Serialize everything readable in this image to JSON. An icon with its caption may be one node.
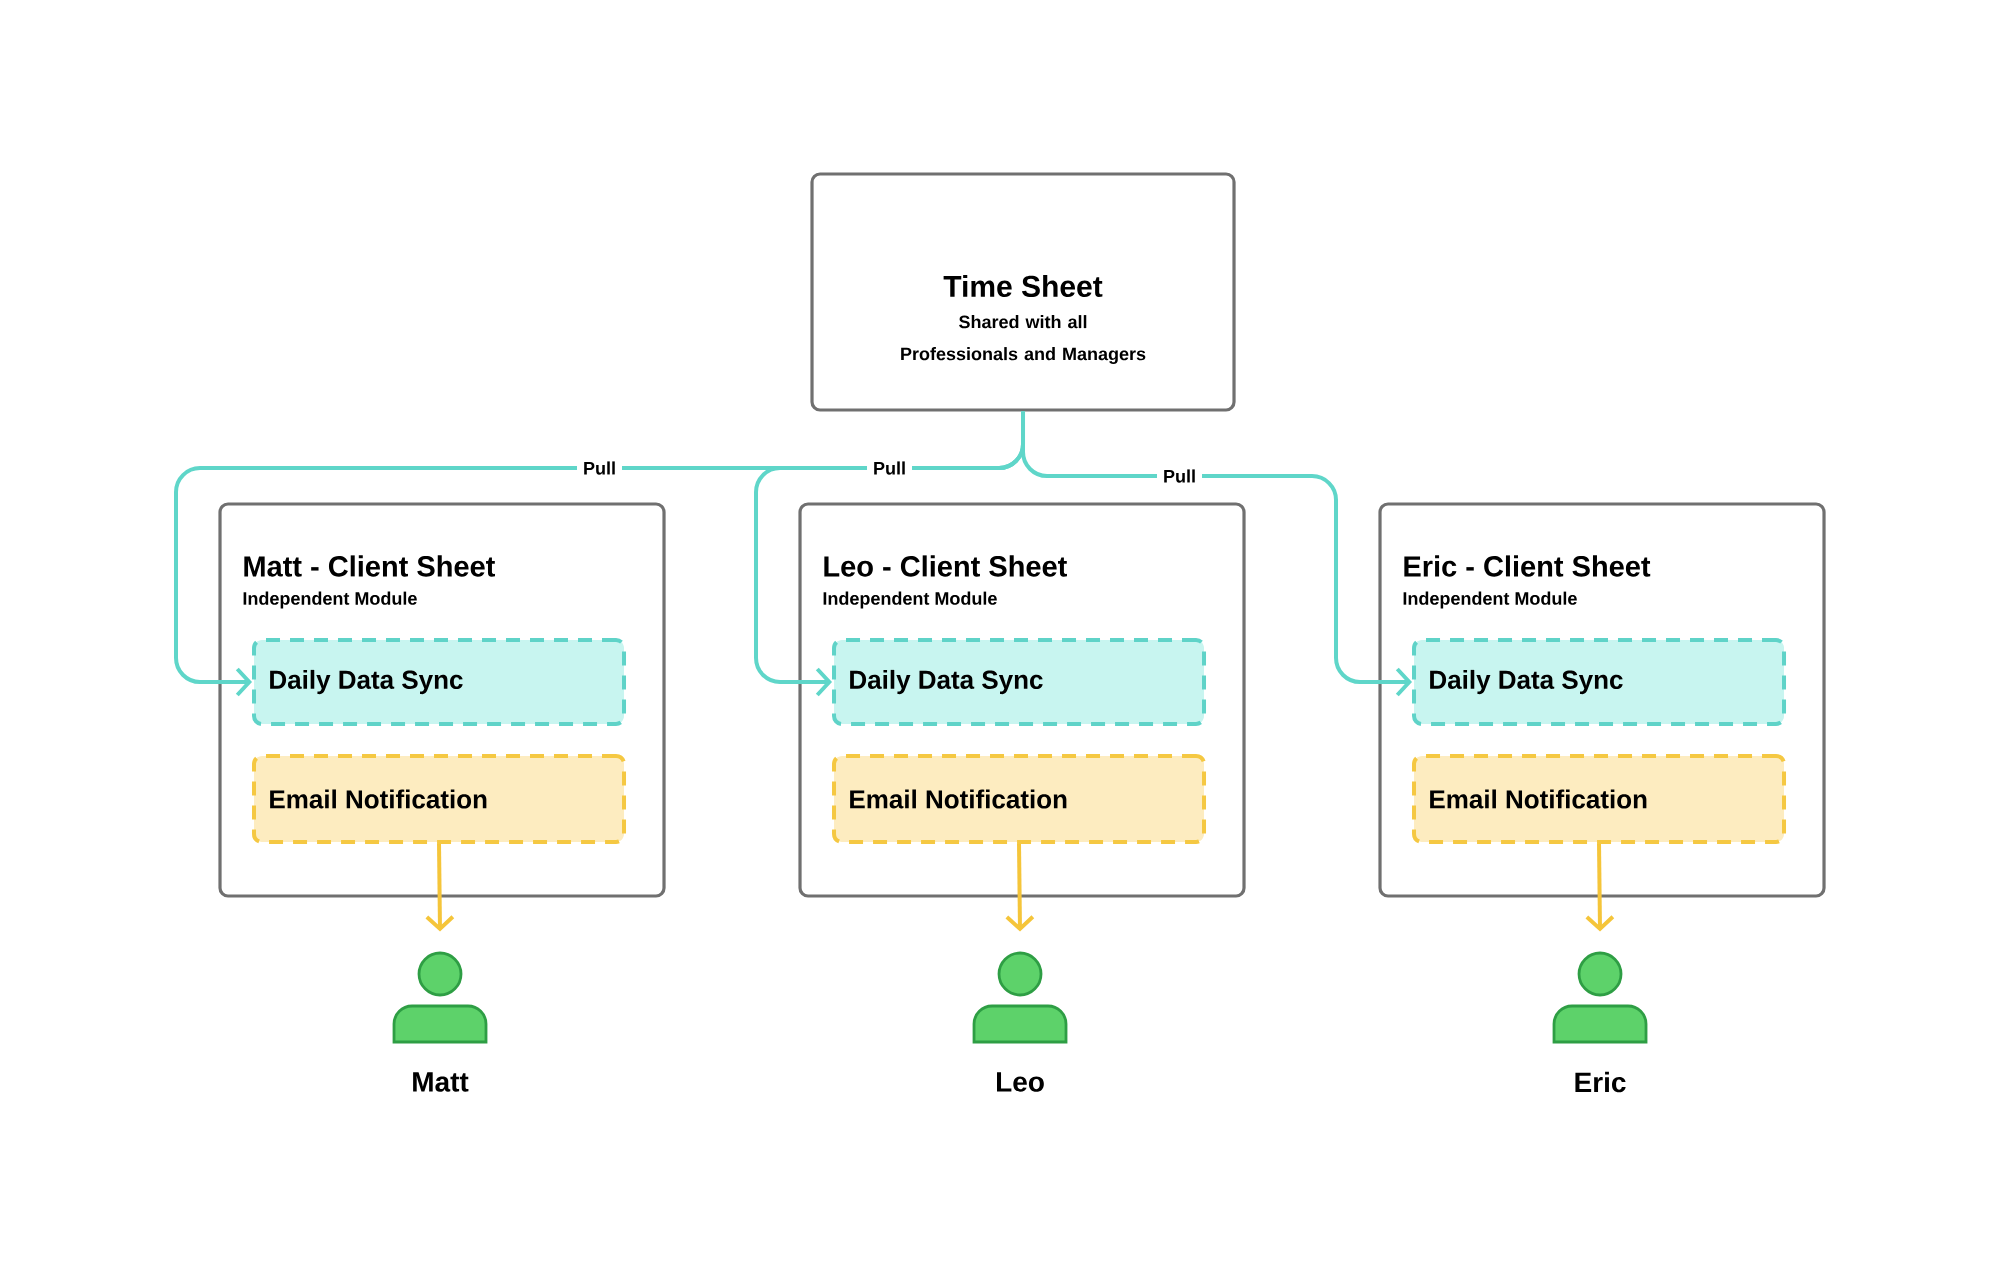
{
  "diagram": {
    "nodes": [
      {
        "text": [
          "Time Sheet",
          "Shared with all Professionals and Managers"
        ]
      },
      {
        "text": [
          "Matt - Client Sheet",
          "Independent Module"
        ]
      },
      {
        "text": [
          "Daily Data Sync"
        ],
        "in": 1
      },
      {
        "text": [
          "Email Notification"
        ],
        "in": 1
      },
      {
        "text": [
          "Matt"
        ]
      },
      {
        "text": [
          "Leo - Client Sheet",
          "Independent Module"
        ]
      },
      {
        "text": [
          "Daily Data Sync"
        ],
        "in": 5
      },
      {
        "text": [
          "Email Notification"
        ],
        "in": 5
      },
      {
        "text": [
          "Leo"
        ]
      },
      {
        "text": [
          "Eric - Client Sheet",
          "Independent Module"
        ]
      },
      {
        "text": [
          "Daily Data Sync"
        ],
        "in": 9
      },
      {
        "text": [
          "Email Notification"
        ],
        "in": 9
      },
      {
        "text": [
          "Eric"
        ]
      }
    ],
    "edges": [
      {
        "from": 0,
        "to": 2,
        "arrow": "to",
        "label": "Pull",
        "color": "#5fd6c9"
      },
      {
        "from": 0,
        "to": 6,
        "arrow": "to",
        "label": "Pull",
        "color": "#5fd6c9"
      },
      {
        "from": 0,
        "to": 10,
        "arrow": "to",
        "label": "Pull",
        "color": "#5fd6c9"
      },
      {
        "from": 3,
        "to": 4,
        "arrow": "to",
        "color": "#f5c53a"
      },
      {
        "from": 7,
        "to": 8,
        "arrow": "to",
        "color": "#f5c53a"
      },
      {
        "from": 11,
        "to": 12,
        "arrow": "to",
        "color": "#f5c53a"
      }
    ]
  }
}
